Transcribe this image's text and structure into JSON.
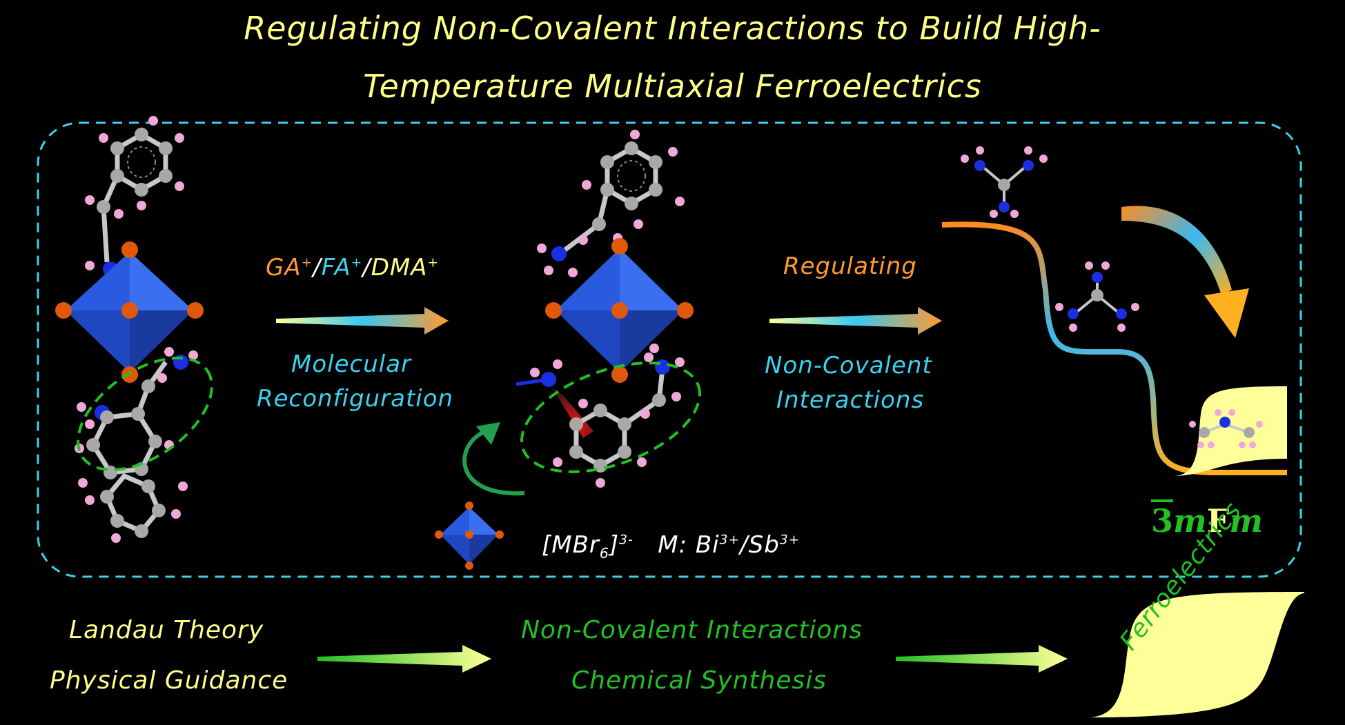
{
  "title": {
    "line1": "Regulating Non-Covalent Interactions to Build High-",
    "line2": "Temperature Multiaxial Ferroelectrics"
  },
  "arrow1": {
    "ions": {
      "ga": "GA",
      "fa": "FA",
      "dma": "DMA",
      "plus": "+",
      "slash": "/"
    },
    "label_line1": "Molecular",
    "label_line2": "Reconfiguration"
  },
  "arrow2": {
    "top_label": "Regulating",
    "label_line1": "Non-Covalent",
    "label_line2": "Interactions"
  },
  "legend": {
    "formula_main": "[MBr",
    "formula_sub": "6",
    "formula_close": "]",
    "formula_charge": "3-",
    "metal_prefix": "M: Bi",
    "metal_charge1": "3+",
    "metal_mid": "/Sb",
    "metal_charge2": "3+"
  },
  "point_group": {
    "bar": "3",
    "rest_m1": "m",
    "rest_F": "F",
    "rest_m2": "m"
  },
  "bottom": {
    "left_line1": "Landau Theory",
    "left_line2": "Physical Guidance",
    "middle_line1": "Non-Covalent Interactions",
    "middle_line2": "Chemical Synthesis",
    "ferro_label": "Ferroelectrics"
  },
  "colors": {
    "title": "#ffff88",
    "cyan": "#3ad2f0",
    "orange": "#ff9a30",
    "green": "#22c022",
    "octahedron": "#1f4fd0",
    "bromine": "#e0580a",
    "carbon": "#a8a8a8",
    "hydrogen": "#f0a8d8",
    "nitrogen": "#1b2fe0",
    "hysteresis": "#ffff99"
  }
}
